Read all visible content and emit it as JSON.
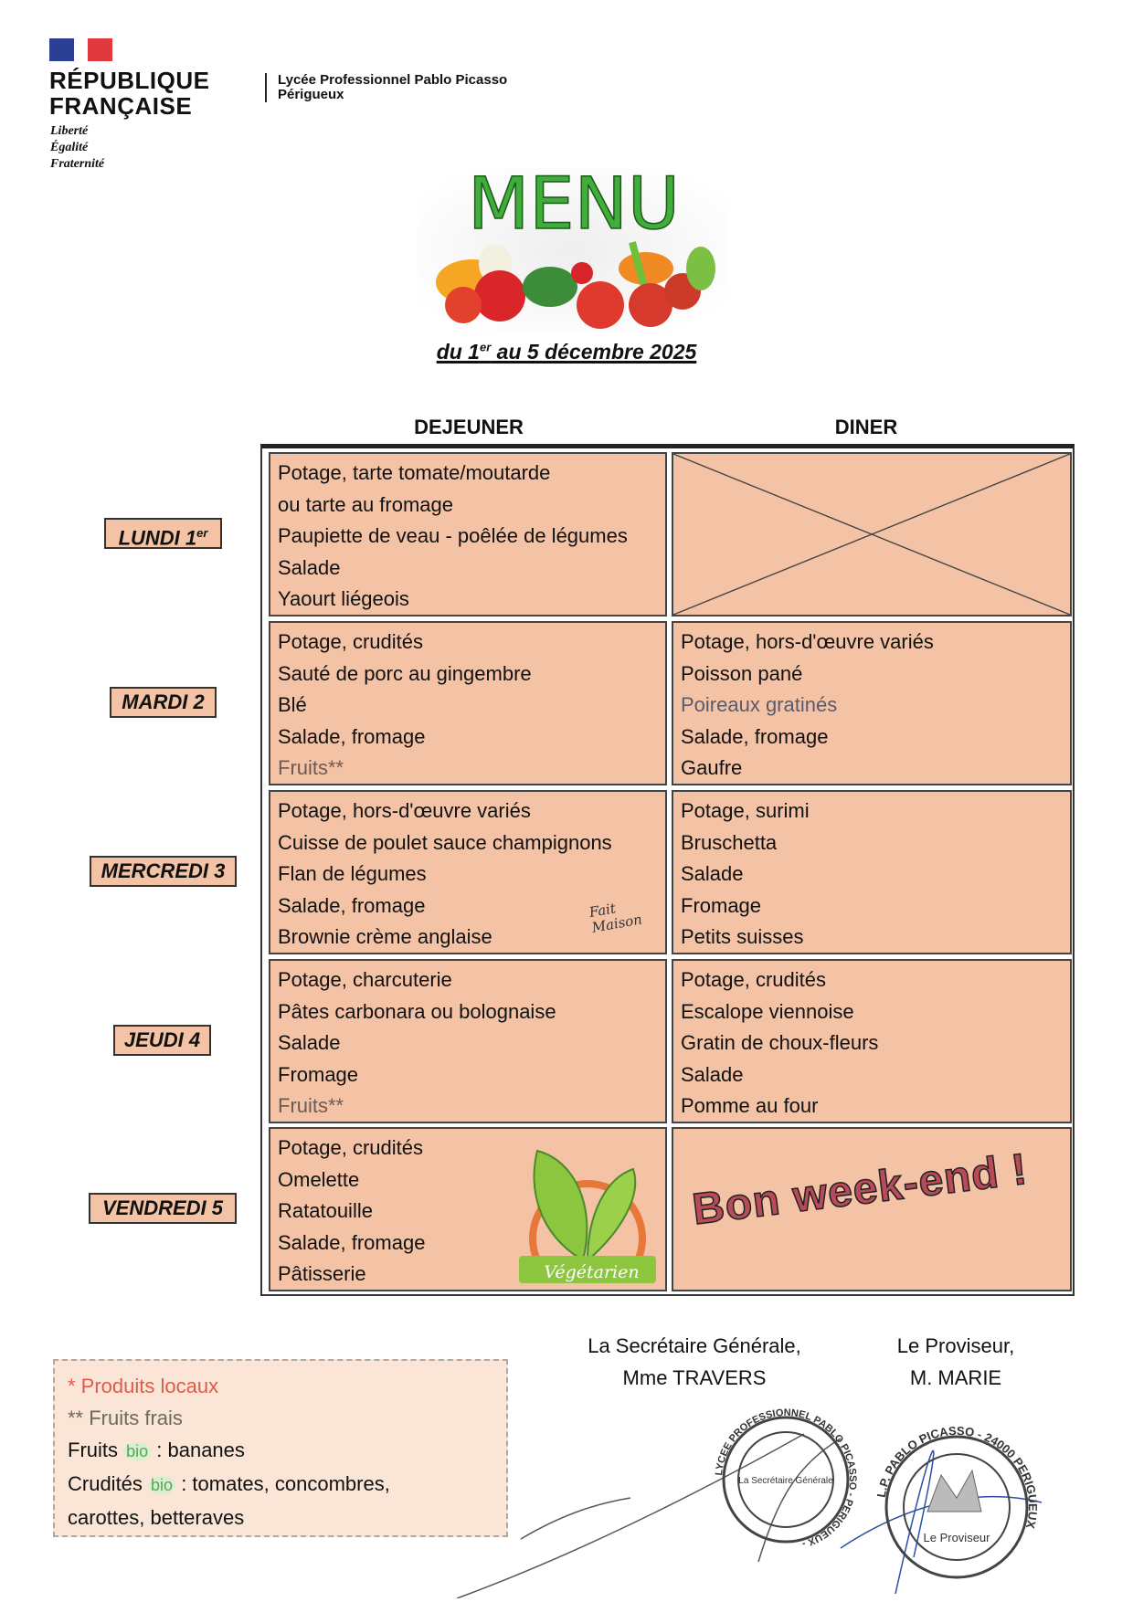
{
  "header": {
    "republic_line1": "RÉPUBLIQUE",
    "republic_line2": "FRANÇAISE",
    "motto": [
      "Liberté",
      "Égalité",
      "Fraternité"
    ],
    "school_name": "Lycée Professionnel Pablo Picasso",
    "school_city": "Périgueux",
    "menu_logo_text": "MENU"
  },
  "date": {
    "prefix": "du 1",
    "sup": "er",
    "suffix": " au 5 décembre 2025"
  },
  "columns": {
    "lunch": "DEJEUNER",
    "dinner": "DINER"
  },
  "days": [
    {
      "label": "LUNDI 1",
      "sup": "er",
      "lunch": [
        "Potage, tarte tomate/moutarde",
        "ou tarte au fromage",
        "Paupiette de veau - poêlée de légumes",
        "Salade",
        "Yaourt liégeois"
      ],
      "dinner": []
    },
    {
      "label": "MARDI 2",
      "sup": "",
      "lunch": [
        "Potage, crudités",
        "Sauté de porc au gingembre",
        "Blé",
        "Salade, fromage",
        "Fruits**"
      ],
      "dinner": [
        "Potage, hors-d'œuvre variés",
        "Poisson pané",
        "Poireaux gratinés",
        "Salade, fromage",
        "Gaufre"
      ]
    },
    {
      "label": "MERCREDI 3",
      "sup": "",
      "lunch": [
        "Potage, hors-d'œuvre variés",
        "Cuisse de poulet sauce champignons",
        "Flan de légumes",
        "Salade, fromage",
        "Brownie crème anglaise"
      ],
      "dinner": [
        "Potage, surimi",
        "Bruschetta",
        "Salade",
        "Fromage",
        "Petits suisses"
      ]
    },
    {
      "label": "JEUDI 4",
      "sup": "",
      "lunch": [
        "Potage, charcuterie",
        "Pâtes carbonara ou bolognaise",
        "Salade",
        "Fromage",
        "Fruits**"
      ],
      "dinner": [
        "Potage, crudités",
        "Escalope viennoise",
        "Gratin de choux-fleurs",
        "Salade",
        "Pomme au four"
      ]
    },
    {
      "label": "VENDREDI 5",
      "sup": "",
      "lunch": [
        "Potage, crudités",
        "Omelette",
        "Ratatouille",
        "Salade, fromage",
        "Pâtisserie"
      ],
      "dinner": []
    }
  ],
  "badges": {
    "fait_maison": "Fait Maison",
    "vegetarien": "Végétarien",
    "weekend": "Bon week-end !"
  },
  "legend": {
    "local": "* Produits locaux",
    "fresh": "** Fruits frais",
    "fruits_label": "Fruits",
    "fruits_value": " : bananes",
    "crudites_label": "Crudités",
    "crudites_value": " : tomates, concombres,",
    "crudites_value2": "carottes, betteraves",
    "bio": "bio"
  },
  "signatures": {
    "sec_title": "La Secrétaire Générale,",
    "sec_name": "Mme TRAVERS",
    "prov_title": "Le Proviseur,",
    "prov_name": "M. MARIE",
    "stamp1": "LYCEE PROFESSIONNEL PABLO PICASSO - PERIGUEUX -",
    "stamp1_center": "La Secrétaire Générale",
    "stamp2": "L.P. PABLO PICASSO - 24000 PERIGUEUX",
    "stamp2_bottom": "Le Proviseur"
  },
  "colors": {
    "cell": "#f4c3a5",
    "menu_green": "#3fae3a",
    "local_red": "#e05a4a",
    "fresh_gray": "#6b6b5a"
  }
}
